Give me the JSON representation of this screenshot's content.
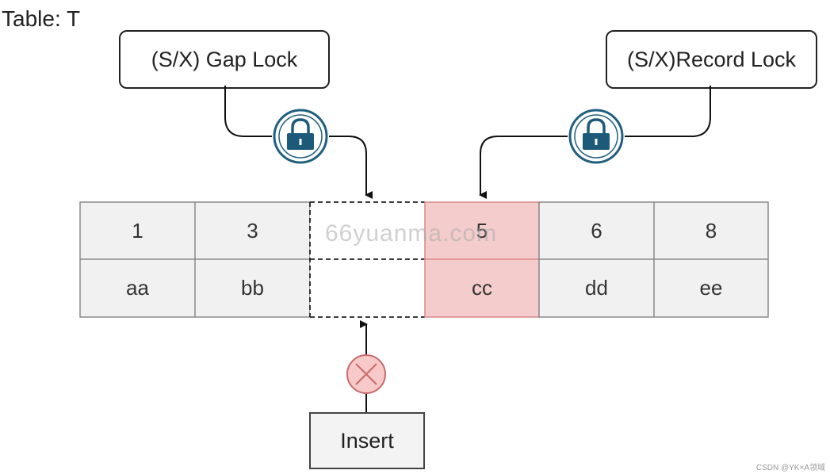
{
  "title": "Table: T",
  "gap_lock": {
    "label": "(S/X) Gap Lock"
  },
  "record_lock": {
    "label": "(S/X)Record Lock"
  },
  "table": {
    "ids": [
      "1",
      "3",
      "",
      "5",
      "6",
      "8"
    ],
    "values": [
      "aa",
      "bb",
      "",
      "cc",
      "dd",
      "ee"
    ]
  },
  "insert": {
    "label": "Insert"
  },
  "watermark": "66yuanma.com",
  "credit": "CSDN @YK×A领域",
  "colors": {
    "cell_fill": "#f1f1f1",
    "record_fill": "#f4cccc",
    "record_border": "#d98a8a",
    "lock_ring": "#1f5f7f",
    "lock_body": "#1d5a7a",
    "blocked_fill": "#f7c9c9",
    "blocked_stroke": "#c96b6b"
  },
  "icons": {
    "gap_lock_icon": "lock-icon",
    "record_lock_icon": "lock-icon",
    "blocked_icon": "cross-circle-icon"
  }
}
